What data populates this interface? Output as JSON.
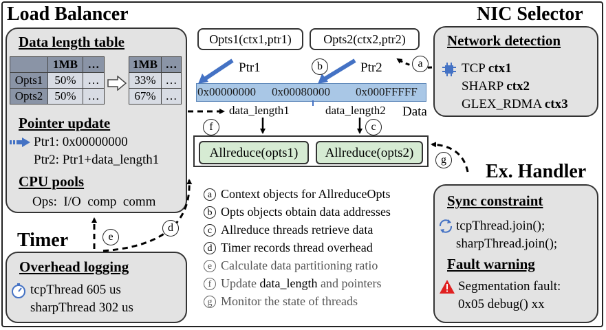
{
  "titles": {
    "load_balancer": "Load Balancer",
    "nic_selector": "NIC Selector",
    "timer": "Timer",
    "ex_handler": "Ex. Handler"
  },
  "load_balancer": {
    "data_table_title": "Data length table",
    "table_left": {
      "header": [
        "",
        "1MB",
        "…"
      ],
      "rows": [
        [
          "Opts1",
          "50%",
          "…"
        ],
        [
          "Opts2",
          "50%",
          "…"
        ]
      ]
    },
    "table_right": {
      "header": [
        "1MB",
        "…"
      ],
      "rows": [
        [
          "33%",
          "…"
        ],
        [
          "67%",
          "…"
        ]
      ]
    },
    "pointer_title": "Pointer update",
    "ptr1": "Ptr1: 0x00000000",
    "ptr2": "Ptr2: Ptr1+data_length1",
    "cpu_title": "CPU pools",
    "ops": "Ops:  I/O  comp  comm"
  },
  "center": {
    "opts1": "Opts1(ctx1,ptr1)",
    "opts2": "Opts2(ctx2,ptr2)",
    "ptr1_label": "Ptr1",
    "ptr2_label": "Ptr2",
    "addr1": "0x00000000",
    "addr2": "0x00080000",
    "addr3": "0x000FFFFF",
    "data_label": "Data",
    "data_length1": "data_length1",
    "data_length2": "data_length2",
    "allreduce1": "Allreduce(opts1)",
    "allreduce2": "Allreduce(opts2)"
  },
  "nic": {
    "detect_title": "Network detection",
    "row1_name": "TCP ",
    "row1_ctx": "ctx1",
    "row2_name": "SHARP ",
    "row2_ctx": "ctx2",
    "row3_name": "GLEX_RDMA ",
    "row3_ctx": "ctx3"
  },
  "timer": {
    "log_title": "Overhead logging",
    "line1": "tcpThread 605 us",
    "line2": "sharpThread 302 us"
  },
  "handler": {
    "sync_title": "Sync constraint",
    "sync1": "tcpThread.join();",
    "sync2": "sharpThread.join();",
    "fault_title": "Fault warning",
    "fault1": "Segmentation fault:",
    "fault2": "0x05 debug() xx"
  },
  "legend": [
    {
      "mark": "a",
      "text": "Context objects for AllreduceOpts"
    },
    {
      "mark": "b",
      "text": "Opts objects obtain data addresses"
    },
    {
      "mark": "c",
      "text": "Allreduce threads retrieve data"
    },
    {
      "mark": "d",
      "text": "Timer records thread overhead"
    },
    {
      "mark": "e",
      "text": "Calculate data partitioning ratio"
    },
    {
      "mark": "f",
      "text_pre": "Update ",
      "text_hl": "data_length",
      "text_post": " and pointers"
    },
    {
      "mark": "g",
      "text": "Monitor the state of threads"
    }
  ],
  "marks": {
    "a": "a",
    "b": "b",
    "c": "c",
    "d": "d",
    "e": "e",
    "f": "f",
    "g": "g"
  },
  "colors": {
    "panel": "#e3e3e3",
    "arrow_blue": "#4472c4",
    "bar": "#a9c7e6",
    "allreduce": "#d6ebd3",
    "table_dark": "#8a94a6",
    "warning": "#e02020"
  }
}
